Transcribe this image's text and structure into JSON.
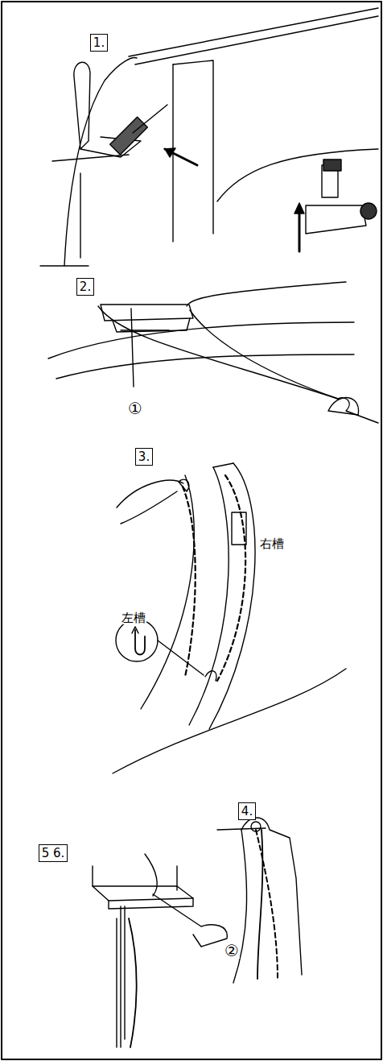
{
  "diagram": {
    "nodes": [
      {
        "text": [
          "1."
        ]
      },
      {
        "text": [
          "2."
        ]
      },
      {
        "text": [
          "3."
        ]
      },
      {
        "text": [
          "4."
        ]
      },
      {
        "text": [
          "5 6."
        ]
      }
    ],
    "labels": [
      "①",
      "右槽",
      "左槽",
      "②"
    ]
  }
}
